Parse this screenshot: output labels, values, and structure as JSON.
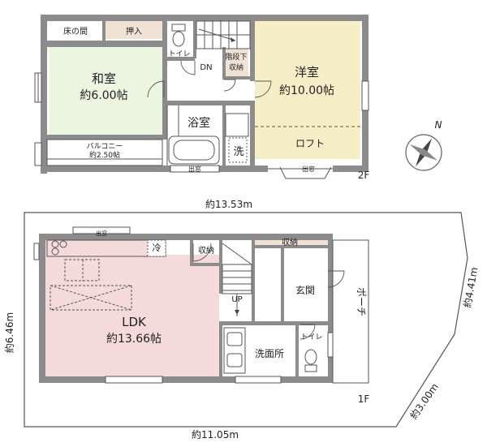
{
  "floor2": {
    "floor_label": "2F",
    "rooms": {
      "tokonoma": "床の間",
      "oshiire": "押入",
      "washitsu_name": "和室",
      "washitsu_size": "約6.00帖",
      "toilet": "トイレ",
      "dn": "DN",
      "storage_line1": "階段下",
      "storage_line2": "収納",
      "yoshitsu_name": "洋室",
      "yoshitsu_size": "約10.00帖",
      "bath": "浴室",
      "wash": "洗",
      "loft": "ロフト",
      "balcony_name": "バルコニー",
      "balcony_size": "約2.50帖",
      "bay_window_left": "出窓",
      "bay_window_right": "出窓"
    }
  },
  "floor1": {
    "floor_label": "1F",
    "rooms": {
      "top_window": "出窓",
      "fridge": "冷",
      "storage_a": "収納",
      "storage_b": "収納",
      "up": "UP",
      "genkan": "玄関",
      "porch": "ポーチ",
      "ldk_name": "LDK",
      "ldk_size": "約13.66帖",
      "senmenjo": "洗面所",
      "toilet": "トイレ"
    }
  },
  "lot": {
    "top": "約13.53m",
    "bottom": "約11.05m",
    "left": "約6.46m",
    "right": "約4.41m",
    "corner": "約3.00m"
  },
  "compass": {
    "north": "N"
  },
  "colors": {
    "washitsu": "#ebf5df",
    "yoshitsu": "#f5eec6",
    "ldk": "#f5dada",
    "oshiire": "#f1e2d6",
    "wall": "#8c8c8c"
  }
}
